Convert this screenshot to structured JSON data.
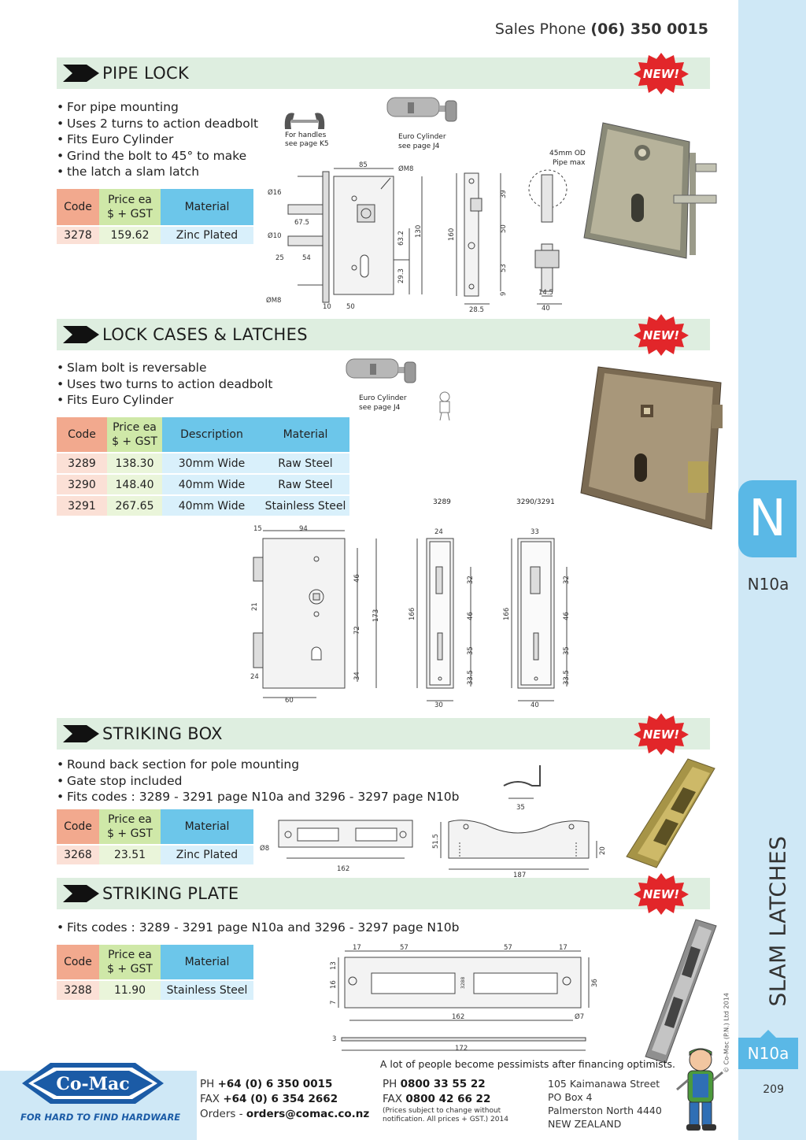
{
  "header": {
    "sales_label": "Sales Phone",
    "sales_number": "(06) 350 0015"
  },
  "side": {
    "tab_letter": "N",
    "tab_code": "N10a",
    "title": "SLAM LATCHES",
    "copyright": "© Co-Mac (P.N.) Ltd 2014",
    "foot_code": "N10a",
    "page_number": "209"
  },
  "badge_text": "NEW!",
  "pipe_lock": {
    "title": "PIPE LOCK",
    "bullets": [
      "For pipe mounting",
      "Uses 2 turns to action deadbolt",
      "Fits Euro Cylinder",
      "Grind the bolt to 45° to make",
      "the latch a slam latch"
    ],
    "headers": [
      "Code",
      "Price ea",
      "$ + GST",
      "Material"
    ],
    "rows": [
      {
        "code": "3278",
        "price": "159.62",
        "material": "Zinc Plated"
      }
    ],
    "notes": {
      "handles": "For handles",
      "handles_page": "see page K5",
      "cylinder": "Euro Cylinder",
      "cylinder_page": "see page J4",
      "pipe": "45mm OD",
      "pipe_max": "Pipe max"
    },
    "dims": [
      "85",
      "ØM8",
      "Ø16",
      "67.5",
      "Ø10",
      "25",
      "54",
      "63.2",
      "130",
      "29.3",
      "ØM8",
      "10",
      "50",
      "160",
      "28.5",
      "39",
      "50",
      "53",
      "9",
      "14.5",
      "40"
    ]
  },
  "lock_cases": {
    "title": "LOCK CASES & LATCHES",
    "bullets": [
      "Slam bolt is reversable",
      "Uses two turns to action deadbolt",
      "Fits Euro Cylinder"
    ],
    "headers": [
      "Code",
      "Price ea",
      "$ + GST",
      "Description",
      "Material"
    ],
    "rows": [
      {
        "code": "3289",
        "price": "138.30",
        "desc": "30mm Wide",
        "material": "Raw Steel"
      },
      {
        "code": "3290",
        "price": "148.40",
        "desc": "40mm Wide",
        "material": "Raw Steel"
      },
      {
        "code": "3291",
        "price": "267.65",
        "desc": "40mm Wide",
        "material": "Stainless Steel"
      }
    ],
    "notes": {
      "cylinder": "Euro Cylinder",
      "cylinder_page": "see page J4",
      "label_a": "3289",
      "label_b": "3290/3291"
    },
    "dims": [
      "15",
      "94",
      "46",
      "21",
      "72",
      "173",
      "34",
      "24",
      "60",
      "24",
      "32",
      "46",
      "166",
      "35",
      "33.5",
      "30",
      "33",
      "32",
      "46",
      "166",
      "35",
      "33.5",
      "40"
    ]
  },
  "striking_box": {
    "title": "STRIKING BOX",
    "bullets": [
      "Round back section for pole mounting",
      "Gate stop included",
      "Fits codes : 3289 - 3291 page N10a and 3296 - 3297 page N10b"
    ],
    "headers": [
      "Code",
      "Price ea",
      "$ + GST",
      "Material"
    ],
    "rows": [
      {
        "code": "3268",
        "price": "23.51",
        "material": "Zinc Plated"
      }
    ],
    "dims": [
      "Ø8",
      "162",
      "35",
      "51.5",
      "187",
      "20"
    ]
  },
  "striking_plate": {
    "title": "STRIKING PLATE",
    "bullets": [
      "Fits codes : 3289 - 3291 page N10a and 3296 - 3297 page N10b"
    ],
    "headers": [
      "Code",
      "Price ea",
      "$ + GST",
      "Material"
    ],
    "rows": [
      {
        "code": "3288",
        "price": "11.90",
        "material": "Stainless Steel"
      }
    ],
    "dims": [
      "17",
      "57",
      "57",
      "17",
      "13",
      "16",
      "7",
      "3288",
      "36",
      "162",
      "Ø7",
      "3",
      "172"
    ]
  },
  "quote": "A lot of people become pessimists after financing optimists.",
  "footer": {
    "logo_text": "Co-Mac",
    "tagline": "FOR HARD TO FIND HARDWARE",
    "ph_label": "PH",
    "ph": "+64 (0) 6 350 0015",
    "fax_label": "FAX",
    "fax": "+64 (0) 6 354 2662",
    "orders_label": "Orders -",
    "orders": "orders@comac.co.nz",
    "ph2_label": "PH",
    "ph2": "0800 33 55 22",
    "fax2_label": "FAX",
    "fax2": "0800 42 66 22",
    "notice_1": "(Prices subject to change without",
    "notice_2": "notification. All prices + GST.)  2014",
    "address": [
      "105 Kaimanawa Street",
      "PO Box 4",
      "Palmerston North 4440",
      "NEW ZEALAND"
    ]
  }
}
